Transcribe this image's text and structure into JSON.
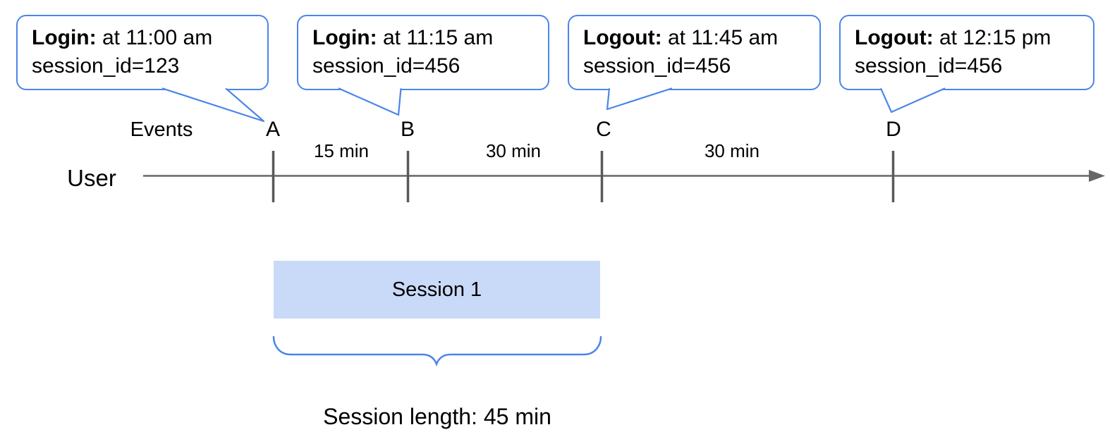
{
  "figure": {
    "description": "User session events timeline diagram",
    "colors": {
      "accent_blue": "#4a86e8",
      "session_fill": "#c9daf8",
      "line_gray": "#666666",
      "tick_gray": "#595959",
      "text_black": "#000000"
    }
  },
  "callouts": [
    {
      "title_bold": "Login:",
      "title_rest": " at 11:00 am",
      "detail": "session_id=123",
      "points_to": "A"
    },
    {
      "title_bold": "Login:",
      "title_rest": " at 11:15 am",
      "detail": "session_id=456",
      "points_to": "B"
    },
    {
      "title_bold": "Logout:",
      "title_rest": " at 11:45 am",
      "detail": "session_id=456",
      "points_to": "C"
    },
    {
      "title_bold": "Logout:",
      "title_rest": " at 12:15 pm",
      "detail": "session_id=456",
      "points_to": "D"
    }
  ],
  "timeline": {
    "axis_label": "User",
    "events_label": "Events",
    "markers": [
      "A",
      "B",
      "C",
      "D"
    ],
    "intervals": [
      "15 min",
      "30 min",
      "30 min"
    ]
  },
  "session": {
    "label": "Session 1",
    "length_label": "Session length: 45 min"
  }
}
